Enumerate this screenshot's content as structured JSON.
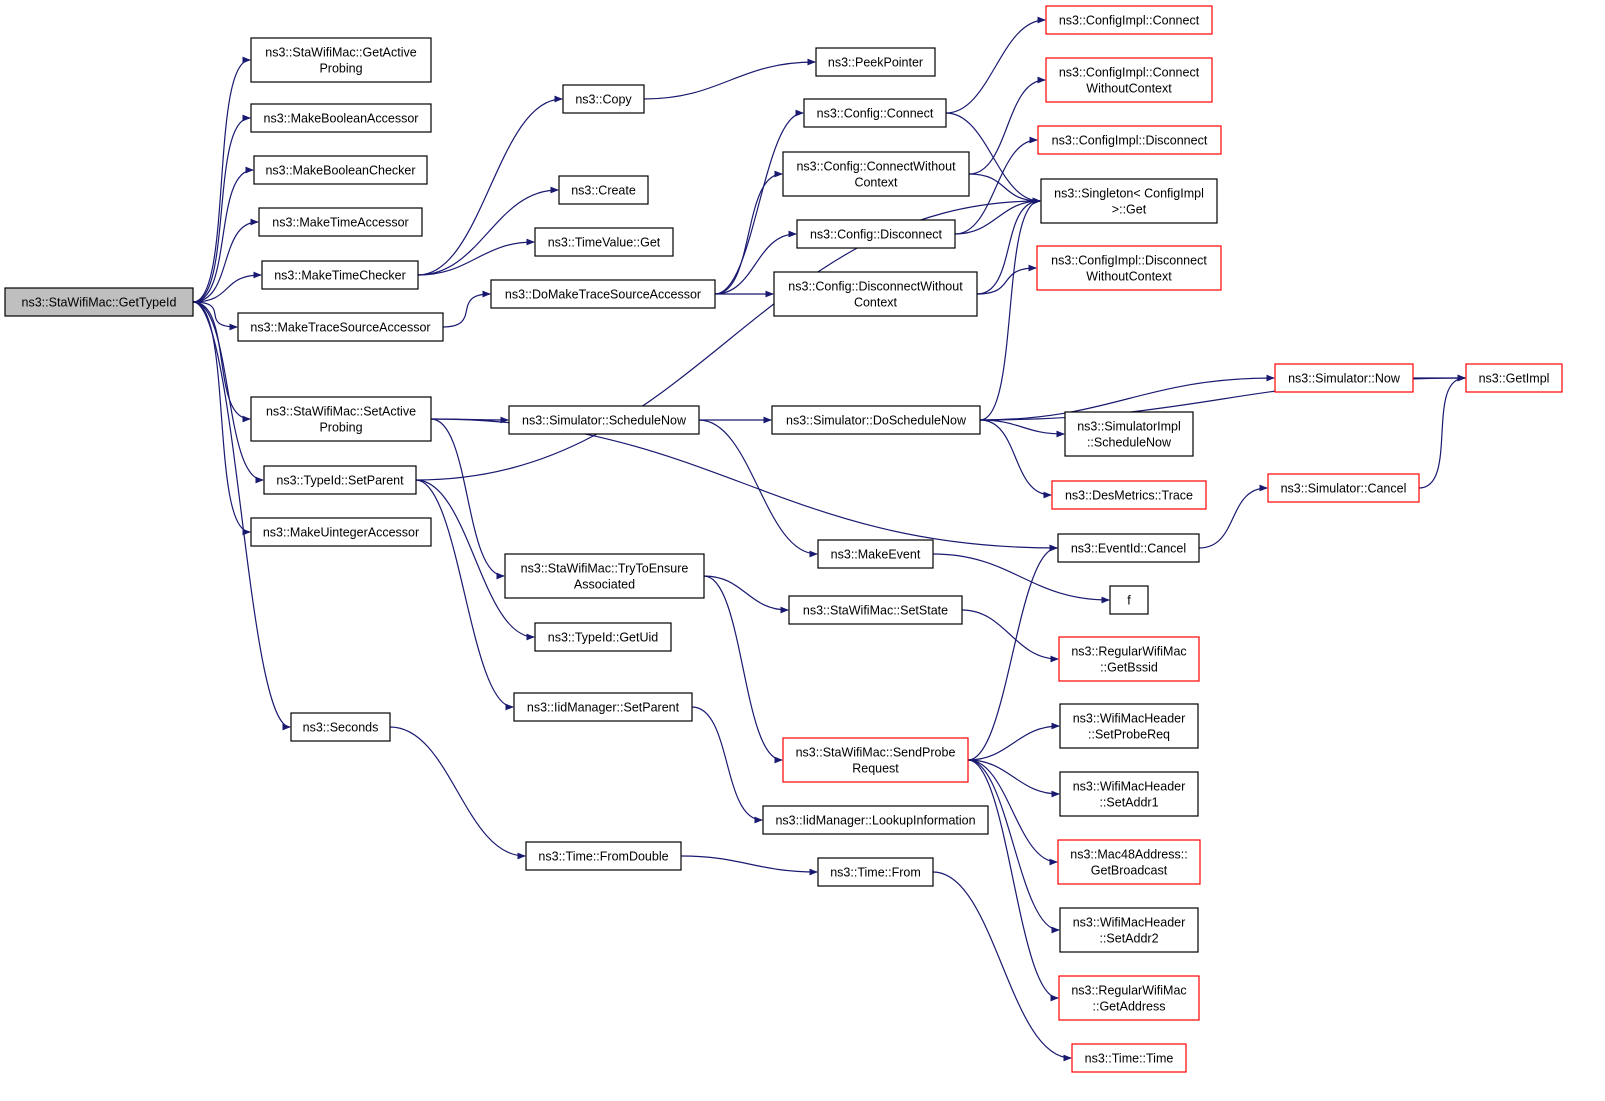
{
  "colors": {
    "edge": "#191970",
    "border_default": "#000000",
    "border_external": "#ff0000",
    "root_fill": "#bfbfbf",
    "node_fill": "#ffffff"
  },
  "nodes": [
    {
      "id": "root",
      "lines": [
        "ns3::StaWifiMac::GetTypeId"
      ],
      "root": true
    },
    {
      "id": "getActiveProbing",
      "lines": [
        "ns3::StaWifiMac::GetActive",
        "Probing"
      ]
    },
    {
      "id": "makeBoolAcc",
      "lines": [
        "ns3::MakeBooleanAccessor"
      ]
    },
    {
      "id": "makeBoolChk",
      "lines": [
        "ns3::MakeBooleanChecker"
      ]
    },
    {
      "id": "makeTimeAcc",
      "lines": [
        "ns3::MakeTimeAccessor"
      ]
    },
    {
      "id": "makeTimeChk",
      "lines": [
        "ns3::MakeTimeChecker"
      ]
    },
    {
      "id": "makeTraceSrcAcc",
      "lines": [
        "ns3::MakeTraceSourceAccessor"
      ]
    },
    {
      "id": "setActiveProbing",
      "lines": [
        "ns3::StaWifiMac::SetActive",
        "Probing"
      ]
    },
    {
      "id": "typeIdSetParent",
      "lines": [
        "ns3::TypeId::SetParent"
      ]
    },
    {
      "id": "makeUintAcc",
      "lines": [
        "ns3::MakeUintegerAccessor"
      ]
    },
    {
      "id": "seconds",
      "lines": [
        "ns3::Seconds"
      ]
    },
    {
      "id": "copy",
      "lines": [
        "ns3::Copy"
      ]
    },
    {
      "id": "create",
      "lines": [
        "ns3::Create"
      ]
    },
    {
      "id": "timeValueGet",
      "lines": [
        "ns3::TimeValue::Get"
      ]
    },
    {
      "id": "doMakeTraceSrcAcc",
      "lines": [
        "ns3::DoMakeTraceSourceAccessor"
      ]
    },
    {
      "id": "scheduleNow",
      "lines": [
        "ns3::Simulator::ScheduleNow"
      ]
    },
    {
      "id": "tryToEnsure",
      "lines": [
        "ns3::StaWifiMac::TryToEnsure",
        "Associated"
      ]
    },
    {
      "id": "getUid",
      "lines": [
        "ns3::TypeId::GetUid"
      ]
    },
    {
      "id": "iidSetParent",
      "lines": [
        "ns3::IidManager::SetParent"
      ]
    },
    {
      "id": "fromDouble",
      "lines": [
        "ns3::Time::FromDouble"
      ]
    },
    {
      "id": "peekPointer",
      "lines": [
        "ns3::PeekPointer"
      ]
    },
    {
      "id": "cfgConnect",
      "lines": [
        "ns3::Config::Connect"
      ]
    },
    {
      "id": "cfgConnectWC",
      "lines": [
        "ns3::Config::ConnectWithout",
        "Context"
      ]
    },
    {
      "id": "cfgDisconnect",
      "lines": [
        "ns3::Config::Disconnect"
      ]
    },
    {
      "id": "cfgDisconnectWC",
      "lines": [
        "ns3::Config::DisconnectWithout",
        "Context"
      ]
    },
    {
      "id": "doScheduleNow",
      "lines": [
        "ns3::Simulator::DoScheduleNow"
      ]
    },
    {
      "id": "makeEvent",
      "lines": [
        "ns3::MakeEvent"
      ]
    },
    {
      "id": "setState",
      "lines": [
        "ns3::StaWifiMac::SetState"
      ]
    },
    {
      "id": "sendProbe",
      "lines": [
        "ns3::StaWifiMac::SendProbe",
        "Request"
      ],
      "external": true
    },
    {
      "id": "lookupInfo",
      "lines": [
        "ns3::IidManager::LookupInformation"
      ]
    },
    {
      "id": "timeFrom",
      "lines": [
        "ns3::Time::From"
      ]
    },
    {
      "id": "implConnect",
      "lines": [
        "ns3::ConfigImpl::Connect"
      ],
      "external": true
    },
    {
      "id": "implConnectWC",
      "lines": [
        "ns3::ConfigImpl::Connect",
        "WithoutContext"
      ],
      "external": true
    },
    {
      "id": "implDisconnect",
      "lines": [
        "ns3::ConfigImpl::Disconnect"
      ],
      "external": true
    },
    {
      "id": "singletonGet",
      "lines": [
        "ns3::Singleton< ConfigImpl",
        ">::Get"
      ]
    },
    {
      "id": "implDisconnectWC",
      "lines": [
        "ns3::ConfigImpl::Disconnect",
        "WithoutContext"
      ],
      "external": true
    },
    {
      "id": "simImplScheduleNow",
      "lines": [
        "ns3::SimulatorImpl",
        "::ScheduleNow"
      ]
    },
    {
      "id": "desMetricsTrace",
      "lines": [
        "ns3::DesMetrics::Trace"
      ],
      "external": true
    },
    {
      "id": "eventIdCancel",
      "lines": [
        "ns3::EventId::Cancel"
      ]
    },
    {
      "id": "f",
      "lines": [
        "f"
      ]
    },
    {
      "id": "getBssid",
      "lines": [
        "ns3::RegularWifiMac",
        "::GetBssid"
      ],
      "external": true
    },
    {
      "id": "setProbeReq",
      "lines": [
        "ns3::WifiMacHeader",
        "::SetProbeReq"
      ]
    },
    {
      "id": "setAddr1",
      "lines": [
        "ns3::WifiMacHeader",
        "::SetAddr1"
      ]
    },
    {
      "id": "getBroadcast",
      "lines": [
        "ns3::Mac48Address::",
        "GetBroadcast"
      ],
      "external": true
    },
    {
      "id": "setAddr2",
      "lines": [
        "ns3::WifiMacHeader",
        "::SetAddr2"
      ]
    },
    {
      "id": "getAddress",
      "lines": [
        "ns3::RegularWifiMac",
        "::GetAddress"
      ],
      "external": true
    },
    {
      "id": "timeTime",
      "lines": [
        "ns3::Time::Time"
      ],
      "external": true
    },
    {
      "id": "simNow",
      "lines": [
        "ns3::Simulator::Now"
      ],
      "external": true
    },
    {
      "id": "simCancel",
      "lines": [
        "ns3::Simulator::Cancel"
      ],
      "external": true
    },
    {
      "id": "getImpl",
      "lines": [
        "ns3::GetImpl"
      ],
      "external": true
    }
  ],
  "edges": [
    [
      "root",
      "getActiveProbing"
    ],
    [
      "root",
      "makeBoolAcc"
    ],
    [
      "root",
      "makeBoolChk"
    ],
    [
      "root",
      "makeTimeAcc"
    ],
    [
      "root",
      "makeTimeChk"
    ],
    [
      "root",
      "makeTraceSrcAcc"
    ],
    [
      "root",
      "setActiveProbing"
    ],
    [
      "root",
      "typeIdSetParent"
    ],
    [
      "root",
      "makeUintAcc"
    ],
    [
      "root",
      "seconds"
    ],
    [
      "makeTimeChk",
      "copy"
    ],
    [
      "makeTimeChk",
      "create"
    ],
    [
      "makeTimeChk",
      "timeValueGet"
    ],
    [
      "copy",
      "peekPointer"
    ],
    [
      "makeTraceSrcAcc",
      "doMakeTraceSrcAcc"
    ],
    [
      "doMakeTraceSrcAcc",
      "cfgConnect"
    ],
    [
      "doMakeTraceSrcAcc",
      "cfgConnectWC"
    ],
    [
      "doMakeTraceSrcAcc",
      "cfgDisconnect"
    ],
    [
      "doMakeTraceSrcAcc",
      "cfgDisconnectWC"
    ],
    [
      "cfgConnect",
      "implConnect"
    ],
    [
      "cfgConnect",
      "singletonGet"
    ],
    [
      "cfgConnectWC",
      "implConnectWC"
    ],
    [
      "cfgConnectWC",
      "singletonGet"
    ],
    [
      "cfgDisconnect",
      "implDisconnect"
    ],
    [
      "cfgDisconnect",
      "singletonGet"
    ],
    [
      "cfgDisconnectWC",
      "implDisconnectWC"
    ],
    [
      "cfgDisconnectWC",
      "singletonGet"
    ],
    [
      "setActiveProbing",
      "scheduleNow"
    ],
    [
      "setActiveProbing",
      "tryToEnsure"
    ],
    [
      "setActiveProbing",
      "eventIdCancel"
    ],
    [
      "scheduleNow",
      "doScheduleNow"
    ],
    [
      "scheduleNow",
      "makeEvent"
    ],
    [
      "doScheduleNow",
      "simNow"
    ],
    [
      "doScheduleNow",
      "getImpl"
    ],
    [
      "doScheduleNow",
      "simImplScheduleNow"
    ],
    [
      "doScheduleNow",
      "desMetricsTrace"
    ],
    [
      "doScheduleNow",
      "singletonGet"
    ],
    [
      "simNow",
      "getImpl"
    ],
    [
      "simCancel",
      "getImpl"
    ],
    [
      "eventIdCancel",
      "simCancel"
    ],
    [
      "makeEvent",
      "f"
    ],
    [
      "typeIdSetParent",
      "singletonGet"
    ],
    [
      "typeIdSetParent",
      "getUid"
    ],
    [
      "typeIdSetParent",
      "iidSetParent"
    ],
    [
      "iidSetParent",
      "lookupInfo"
    ],
    [
      "tryToEnsure",
      "setState"
    ],
    [
      "tryToEnsure",
      "sendProbe"
    ],
    [
      "setState",
      "getBssid"
    ],
    [
      "sendProbe",
      "eventIdCancel"
    ],
    [
      "sendProbe",
      "setProbeReq"
    ],
    [
      "sendProbe",
      "setAddr1"
    ],
    [
      "sendProbe",
      "getBroadcast"
    ],
    [
      "sendProbe",
      "setAddr2"
    ],
    [
      "sendProbe",
      "getAddress"
    ],
    [
      "seconds",
      "fromDouble"
    ],
    [
      "fromDouble",
      "timeFrom"
    ],
    [
      "timeFrom",
      "timeTime"
    ]
  ]
}
